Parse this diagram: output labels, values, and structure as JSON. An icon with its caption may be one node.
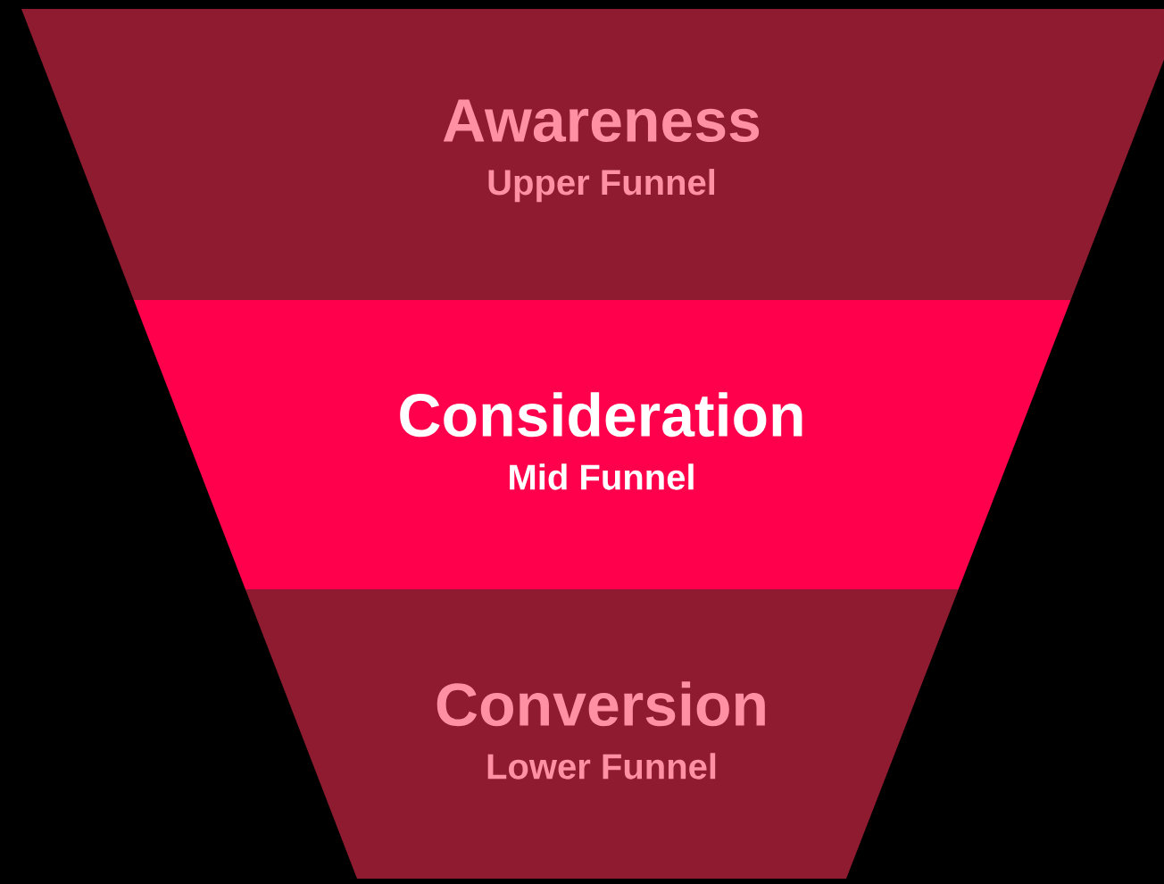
{
  "diagram": {
    "nodes": [
      {
        "text": [
          "Awareness",
          "Upper Funnel"
        ]
      },
      {
        "text": [
          "Consideration",
          "Mid Funnel"
        ]
      },
      {
        "text": [
          "Conversion",
          "Lower Funnel"
        ]
      }
    ]
  }
}
